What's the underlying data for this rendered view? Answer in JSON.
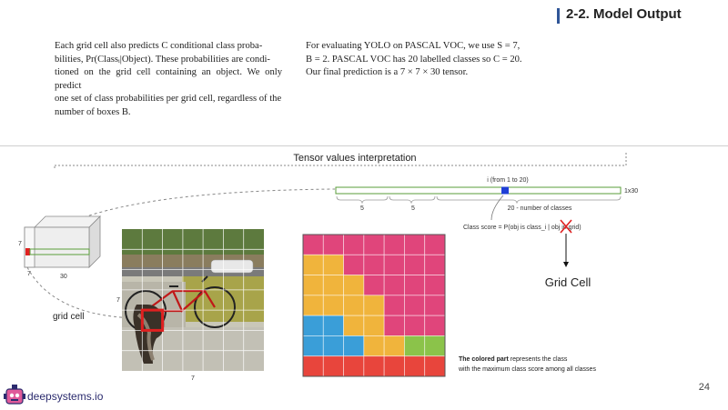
{
  "header": {
    "title": "2-2. Model Output",
    "accent": "#2f5597"
  },
  "paper": {
    "left_lines": [
      "Each grid cell also predicts C conditional class proba-",
      "bilities, Pr(Classᵢ|Object). These probabilities are condi-",
      "tioned on the grid cell containing an object. We only predict",
      "one set of class probabilities per grid cell, regardless of the",
      "number of boxes B."
    ],
    "right_lines": [
      "For evaluating YOLO on PASCAL VOC, we use S = 7,",
      "B = 2. PASCAL VOC has 20 labelled classes so C = 20.",
      "Our final prediction is a 7 × 7 × 30 tensor."
    ]
  },
  "diagram": {
    "heading": "Tensor values interpretation",
    "vector_size": "1x30",
    "i_label": "i (from 1 to 20)",
    "seg_5a": "5",
    "seg_5b": "5",
    "seg_classes": "20 - number of classes",
    "class_score": "Class score = P(obj is class_i | obj in grid)",
    "grid_cell_right": "Grid Cell",
    "grid_cell_left": "grid cell",
    "cube_dim_7_left": "7",
    "cube_dim_7_bottom": "7",
    "cube_dim_30": "30",
    "photo_dim_left": "7",
    "photo_dim_bottom": "7",
    "caption_bold": "The colored part",
    "caption_line1_rest": " represents the class",
    "caption_line2": "with the maximum class score among all classes",
    "class_colors": [
      "#e0457b",
      "#f0b43c",
      "#3a9ed8",
      "#8bc34a",
      "#e8453c"
    ],
    "class_map": [
      [
        0,
        0,
        0,
        0,
        0,
        0,
        0
      ],
      [
        1,
        1,
        0,
        0,
        0,
        0,
        0
      ],
      [
        1,
        1,
        1,
        0,
        0,
        0,
        0
      ],
      [
        1,
        1,
        1,
        1,
        0,
        0,
        0
      ],
      [
        2,
        2,
        1,
        1,
        0,
        0,
        0
      ],
      [
        2,
        2,
        2,
        1,
        1,
        3,
        3
      ],
      [
        4,
        4,
        4,
        4,
        4,
        4,
        4
      ]
    ]
  },
  "footer": {
    "brand": "deepsystems.io",
    "page": "24"
  }
}
